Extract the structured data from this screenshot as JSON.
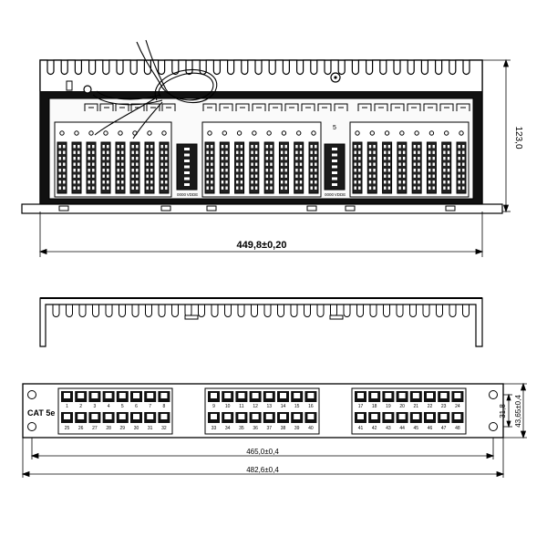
{
  "dimensions": {
    "rear_width": "449,8±0,20",
    "rear_height": "123,0",
    "mount_width": "465,0±0,4",
    "overall_width": "482,6±0,4",
    "jack_height": "31,8",
    "panel_height": "43,65±0,4"
  },
  "front": {
    "label": "CAT 5e",
    "blocks": [
      {
        "top": [
          "1",
          "2",
          "3",
          "4",
          "5",
          "6",
          "7",
          "8"
        ],
        "bottom": [
          "25",
          "26",
          "27",
          "28",
          "29",
          "30",
          "31",
          "32"
        ]
      },
      {
        "top": [
          "9",
          "10",
          "11",
          "12",
          "13",
          "14",
          "15",
          "16"
        ],
        "bottom": [
          "33",
          "34",
          "35",
          "36",
          "37",
          "38",
          "39",
          "40"
        ]
      },
      {
        "top": [
          "17",
          "18",
          "19",
          "20",
          "21",
          "22",
          "23",
          "24"
        ],
        "bottom": [
          "41",
          "42",
          "43",
          "44",
          "45",
          "46",
          "47",
          "48"
        ]
      }
    ]
  },
  "rear": {
    "module_marks": [
      {
        "left": "0000",
        "right": "VDDE"
      },
      {
        "left": "0000",
        "right": "VDDE"
      }
    ],
    "center_mark": "5"
  }
}
